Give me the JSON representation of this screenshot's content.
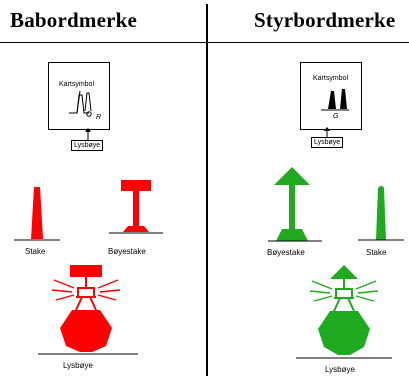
{
  "left": {
    "title": "Babordmerke",
    "color": "#ff0000",
    "chart": {
      "title": "Kartsymbol",
      "code": "R",
      "label": "Lysbøye"
    },
    "marks": [
      {
        "name": "stake",
        "label": "Stake"
      },
      {
        "name": "buoy-stake",
        "label": "Bøyestake"
      },
      {
        "name": "light-buoy",
        "label": "Lysbøye"
      }
    ]
  },
  "right": {
    "title": "Styrbordmerke",
    "color": "#1faa1f",
    "chart": {
      "title": "Kartsymbol",
      "code": "G",
      "label": "Lysbøye"
    },
    "marks": [
      {
        "name": "buoy-stake",
        "label": "Bøyestake"
      },
      {
        "name": "stake",
        "label": "Stake"
      },
      {
        "name": "light-buoy",
        "label": "Lysbøye"
      }
    ]
  }
}
